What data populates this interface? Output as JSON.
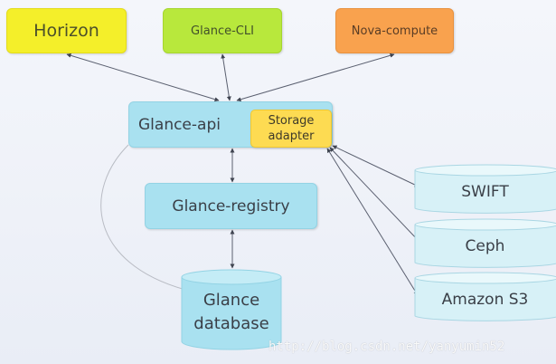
{
  "diagram": {
    "clients": {
      "horizon": "Horizon",
      "glance_cli": "Glance-CLI",
      "nova_compute": "Nova-compute"
    },
    "glance_api": "Glance-api",
    "storage_adapter": {
      "line1": "Storage",
      "line2": "adapter"
    },
    "glance_registry": "Glance-registry",
    "glance_database": {
      "line1": "Glance",
      "line2": "database"
    },
    "backends": [
      "SWIFT",
      "Ceph",
      "Amazon S3"
    ]
  },
  "colors": {
    "horizon": "#f4ef2a",
    "glance_cli": "#b8e83c",
    "nova_compute": "#f9a24e",
    "service": "#a9e1f0",
    "storage_adapter": "#fddb52",
    "backend": "#d7f1f7"
  },
  "watermark": "http://blog.csdn.net/yanyumin52"
}
